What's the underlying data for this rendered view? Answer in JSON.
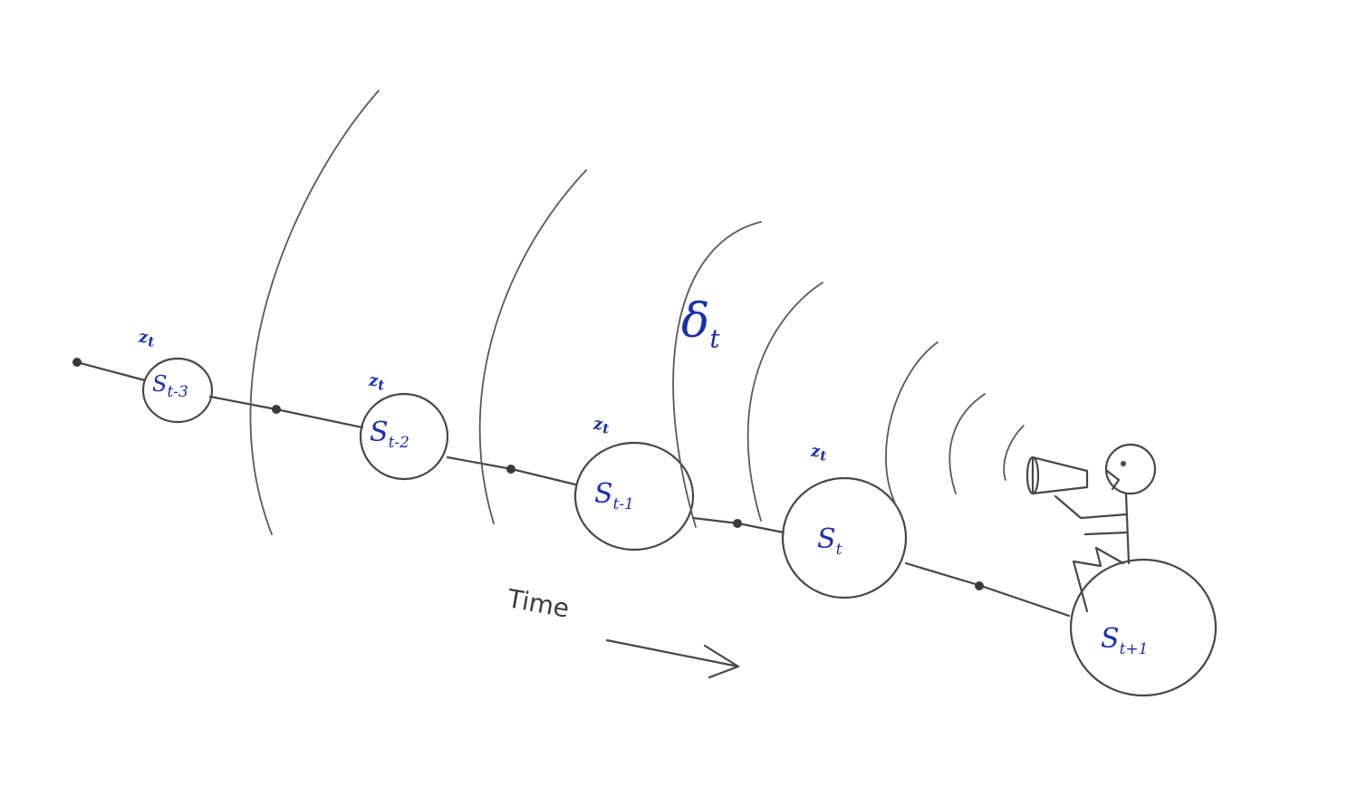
{
  "diagram": {
    "type": "hand-drawn sketch",
    "nodes": [
      {
        "id": "s_t-3",
        "label": "S",
        "subscript": "t-3",
        "annotation": "z_t"
      },
      {
        "id": "s_t-2",
        "label": "S",
        "subscript": "t-2",
        "annotation": "z_t"
      },
      {
        "id": "s_t-1",
        "label": "S",
        "subscript": "t-1",
        "annotation": "z_t"
      },
      {
        "id": "s_t",
        "label": "S",
        "subscript": "t",
        "annotation": "z_t"
      },
      {
        "id": "s_t+1",
        "label": "S",
        "subscript": "t+1",
        "annotation": ""
      }
    ],
    "annotations": {
      "z_label": "z",
      "z_sub": "t",
      "delta_label": "δ",
      "delta_sub": "t"
    },
    "time_axis": {
      "label": "Time",
      "direction": "right"
    },
    "figure": "stick figure with megaphone sitting on S_t+1, emitting sound waves backward in time",
    "colors": {
      "ink": "#4a4548",
      "annotation": "#1a2fb0",
      "background": "#ffffff"
    }
  }
}
